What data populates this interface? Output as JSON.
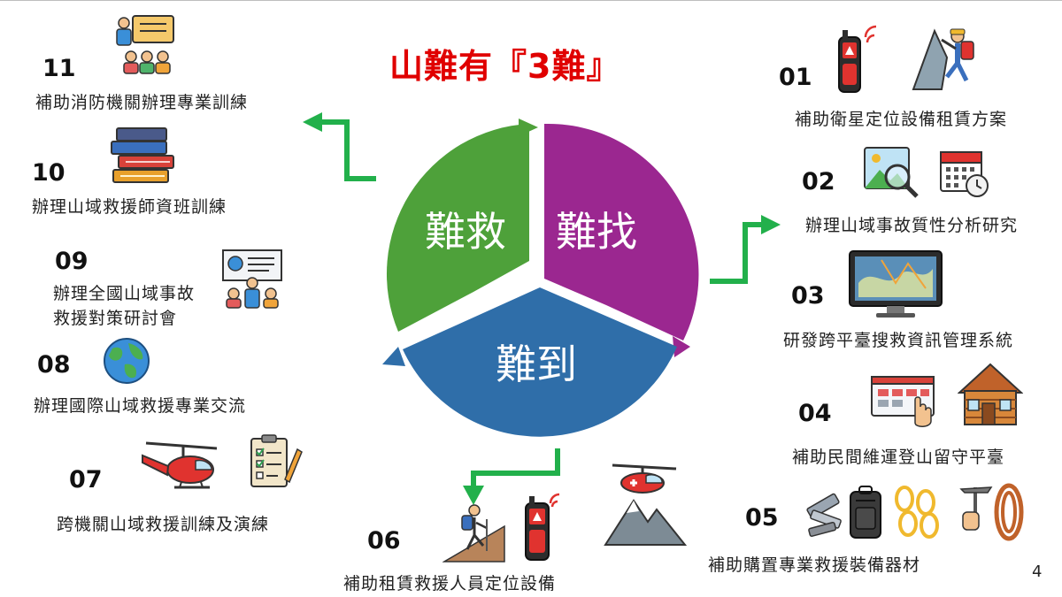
{
  "title": "山難有『3難』",
  "wheel": {
    "left": "難救",
    "right": "難找",
    "bottom": "難到"
  },
  "items": [
    {
      "num": "01",
      "label": "補助衛星定位設備租賃方案"
    },
    {
      "num": "02",
      "label": "辦理山域事故質性分析研究"
    },
    {
      "num": "03",
      "label": "研發跨平臺搜救資訊管理系統"
    },
    {
      "num": "04",
      "label": "補助民間維運登山留守平臺"
    },
    {
      "num": "05",
      "label": "補助購置專業救援裝備器材"
    },
    {
      "num": "06",
      "label": "補助租賃救援人員定位設備"
    },
    {
      "num": "07",
      "label": "跨機關山域救援訓練及演練"
    },
    {
      "num": "08",
      "label": "辦理國際山域救援專業交流"
    },
    {
      "num": "09",
      "label_line1": "辦理全國山域事故",
      "label_line2": "救援對策研討會"
    },
    {
      "num": "10",
      "label": "辦理山域救援師資班訓練"
    },
    {
      "num": "11",
      "label": "補助消防機關辦理專業訓練"
    }
  ],
  "page_number": "4",
  "colors": {
    "green": "#4ea13a",
    "purple": "#9b2790",
    "blue": "#2f6ea9",
    "arrow": "#22b04b",
    "title": "#e00000"
  }
}
